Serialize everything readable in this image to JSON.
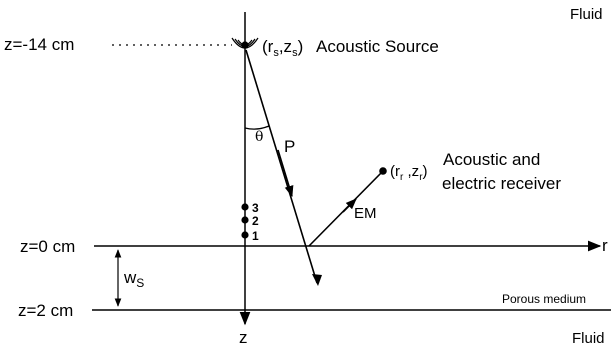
{
  "diagram": {
    "regions": {
      "fluid_top": "Fluid",
      "porous": "Porous medium",
      "fluid_bottom": "Fluid"
    },
    "depths": {
      "source_depth": "z=-14 cm",
      "interface_top": "z=0 cm",
      "interface_bottom": "z=2 cm"
    },
    "axes": {
      "r": "r",
      "z": "z"
    },
    "source": {
      "coord_open": "(r",
      "coord_sub1": "s",
      "coord_mid": ",z",
      "coord_sub2": "s",
      "coord_close": ")",
      "label": "Acoustic Source"
    },
    "receiver": {
      "coord_open": "(r",
      "coord_sub1": "r",
      "coord_mid": " ,z",
      "coord_sub2": "r",
      "coord_close": ")",
      "label_line1": "Acoustic and",
      "label_line2": "electric receiver"
    },
    "rays": {
      "p_wave": "P",
      "em_wave": "EM",
      "angle": "θ"
    },
    "thickness": {
      "main": "w",
      "sub": "S"
    },
    "points": [
      "3",
      "2",
      "1"
    ]
  }
}
